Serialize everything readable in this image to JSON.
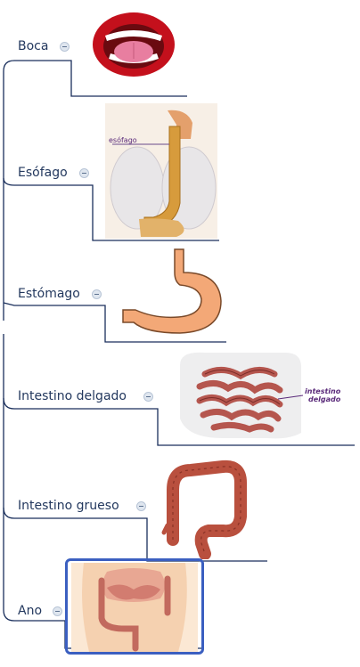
{
  "topics": [
    {
      "label": "Boca",
      "icon": "mouth-illustration"
    },
    {
      "label": "Esófago",
      "icon": "esophagus-illustration",
      "caption": "esófago"
    },
    {
      "label": "Estómago",
      "icon": "stomach-illustration"
    },
    {
      "label": "Intestino delgado",
      "icon": "small-intestine-illustration",
      "caption_lines": [
        "intestino",
        "delgado"
      ]
    },
    {
      "label": "Intestino grueso",
      "icon": "large-intestine-illustration"
    },
    {
      "label": "Ano",
      "icon": "anus-illustration",
      "selected": true
    }
  ],
  "colors": {
    "branch": "#1a2f5c",
    "label": "#23385e",
    "selection": "#3b5fc0",
    "organ_flesh": "#f3a877",
    "intestine": "#b5564e",
    "caption_accent": "#5a2a7a"
  }
}
